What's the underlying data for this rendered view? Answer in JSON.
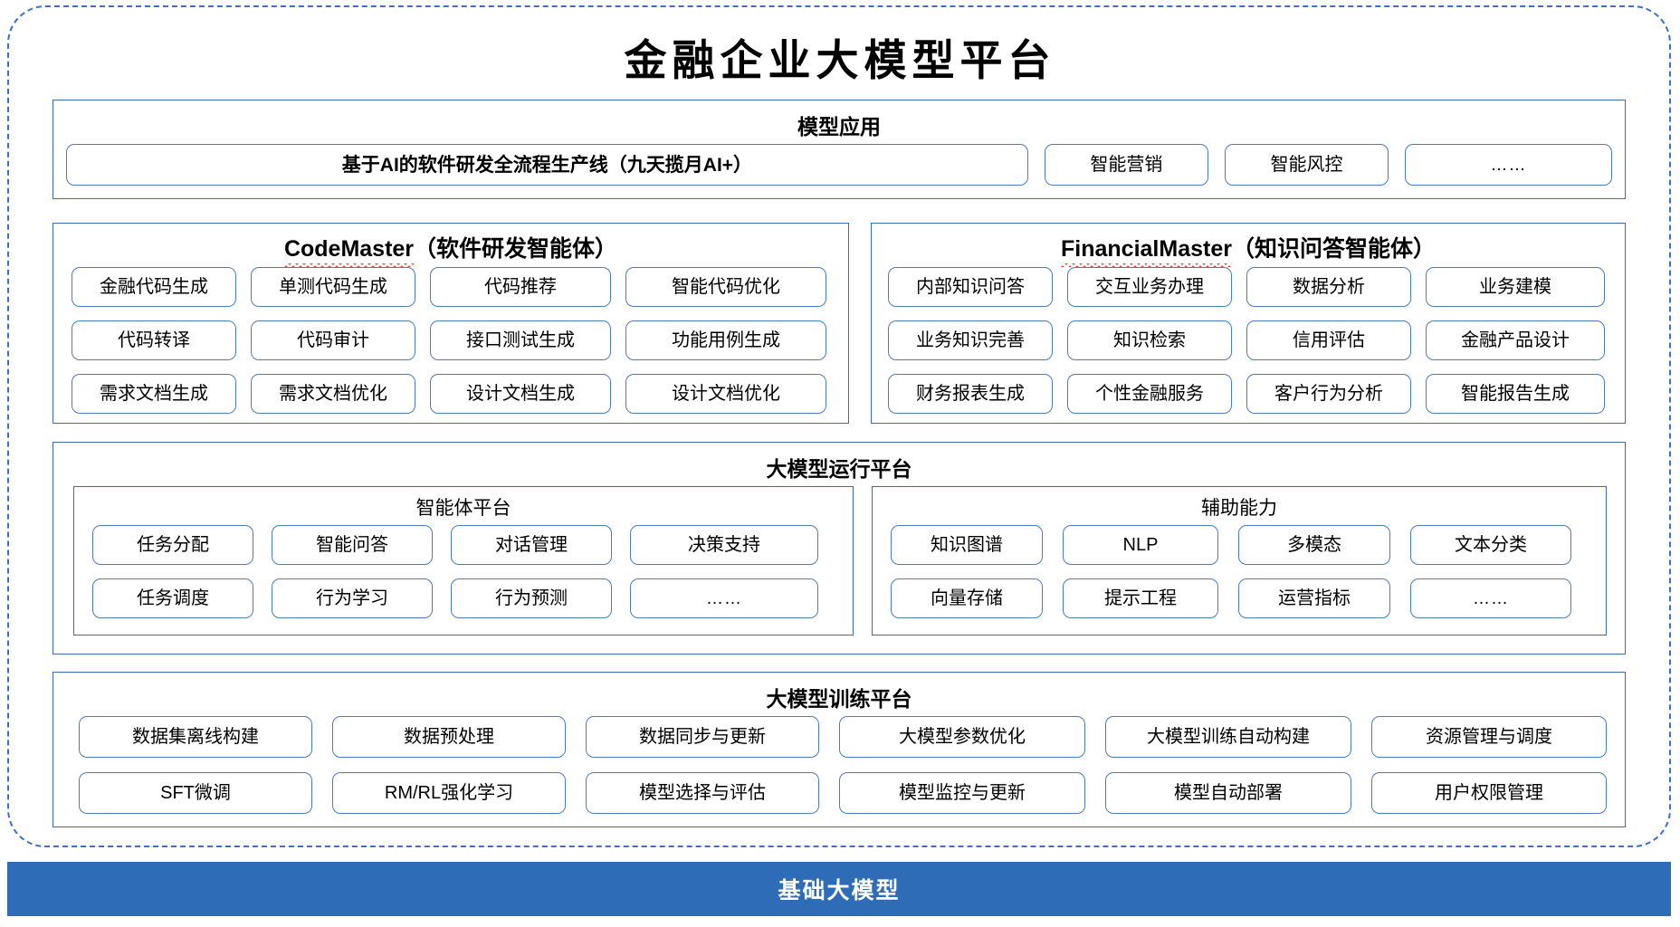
{
  "title": "金融企业大模型平台",
  "colors": {
    "frame_blue": "#3b6fce",
    "panel_border": "#3c6cb4",
    "pill_border": "#4a7cc0",
    "footer_blue": "#2e6cb8",
    "spellcheck_red": "#e8453c",
    "text": "#000000",
    "footer_text": "#ffffff"
  },
  "sections": {
    "model_application": {
      "title": "模型应用",
      "wide_item": "基于AI的软件研发全流程生产线（九天揽月AI+）",
      "items": [
        "智能营销",
        "智能风控",
        "……"
      ]
    },
    "code_master": {
      "title_brand": "CodeMaster",
      "title_suffix": "（软件研发智能体）",
      "rows": [
        [
          "金融代码生成",
          "单测代码生成",
          "代码推荐",
          "智能代码优化"
        ],
        [
          "代码转译",
          "代码审计",
          "接口测试生成",
          "功能用例生成"
        ],
        [
          "需求文档生成",
          "需求文档优化",
          "设计文档生成",
          "设计文档优化"
        ]
      ]
    },
    "financial_master": {
      "title_brand": "FinancialMaster",
      "title_suffix": "（知识问答智能体）",
      "rows": [
        [
          "内部知识问答",
          "交互业务办理",
          "数据分析",
          "业务建模"
        ],
        [
          "业务知识完善",
          "知识检索",
          "信用评估",
          "金融产品设计"
        ],
        [
          "财务报表生成",
          "个性金融服务",
          "客户行为分析",
          "智能报告生成"
        ]
      ]
    },
    "run_platform": {
      "title": "大模型运行平台",
      "agent_platform": {
        "title": "智能体平台",
        "rows": [
          [
            "任务分配",
            "智能问答",
            "对话管理",
            "决策支持"
          ],
          [
            "任务调度",
            "行为学习",
            "行为预测",
            "……"
          ]
        ]
      },
      "aux_capability": {
        "title": "辅助能力",
        "rows": [
          [
            "知识图谱",
            "NLP",
            "多模态",
            "文本分类"
          ],
          [
            "向量存储",
            "提示工程",
            "运营指标",
            "……"
          ]
        ]
      }
    },
    "train_platform": {
      "title": "大模型训练平台",
      "rows": [
        [
          "数据集离线构建",
          "数据预处理",
          "数据同步与更新",
          "大模型参数优化",
          "大模型训练自动构建",
          "资源管理与调度"
        ],
        [
          "SFT微调",
          "RM/RL强化学习",
          "模型选择与评估",
          "模型监控与更新",
          "模型自动部署",
          "用户权限管理"
        ]
      ]
    }
  },
  "footer": {
    "label": "基础大模型"
  }
}
